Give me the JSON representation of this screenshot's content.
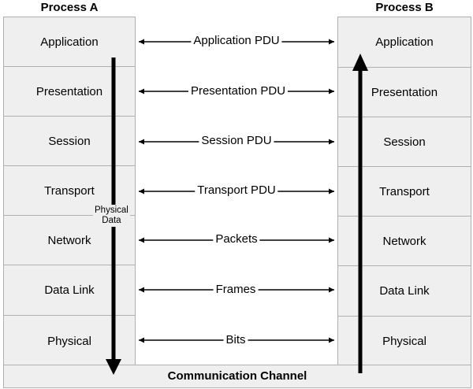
{
  "process_a": {
    "title": "Process A",
    "layers": [
      "Application",
      "Presentation",
      "Session",
      "Transport",
      "Network",
      "Data Link",
      "Physical"
    ]
  },
  "process_b": {
    "title": "Process B",
    "layers": [
      "Application",
      "Presentation",
      "Session",
      "Transport",
      "Network",
      "Data Link",
      "Physical"
    ]
  },
  "pdus": [
    "Application PDU",
    "Presentation PDU",
    "Session PDU",
    "Transport PDU",
    "Packets",
    "Frames",
    "Bits"
  ],
  "physical_data_label": [
    "Physical",
    "Data"
  ],
  "channel": "Communication Channel",
  "colors": {
    "layer_fill": "#efefef",
    "border": "#b0b0b0",
    "arrow": "#000000"
  }
}
